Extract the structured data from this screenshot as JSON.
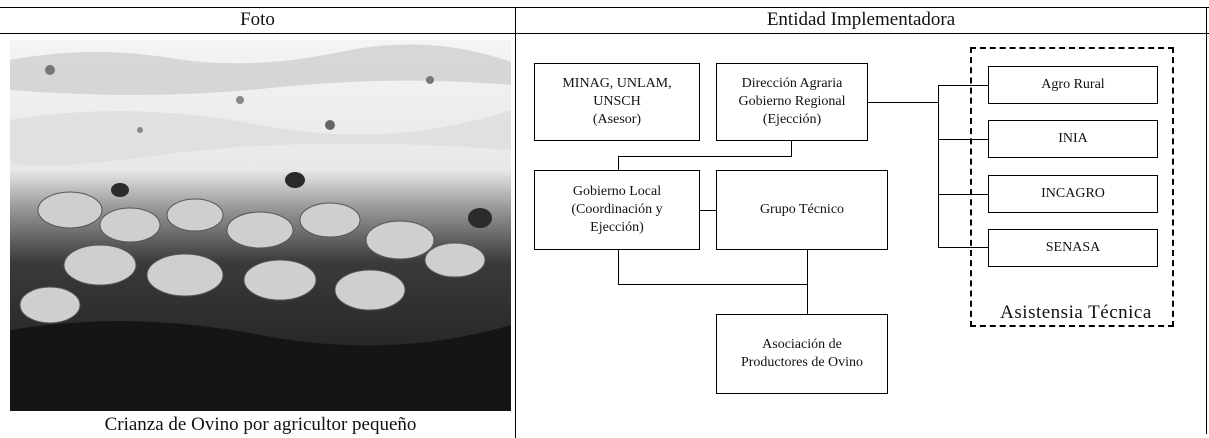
{
  "table": {
    "header_left": "Foto",
    "header_right": "Entidad Implementadora"
  },
  "photo": {
    "caption": "Crianza de Ovino por agricultor pequeño"
  },
  "org_chart": {
    "boxes": {
      "minag": "MINAG, UNLAM,\nUNSCH\n(Asesor)",
      "direccion": "Dirección Agraria\nGobierno Regional\n(Ejección)",
      "gobierno_local": "Gobierno Local\n(Coordinación y\nEjección)",
      "grupo_tecnico": "Grupo Técnico",
      "asociacion": "Asociación de\nProductores de Ovino",
      "agro_rural": "Agro Rural",
      "inia": "INIA",
      "incagro": "INCAGRO",
      "senasa": "SENASA"
    },
    "group_label": "Asistensia Técnica"
  }
}
